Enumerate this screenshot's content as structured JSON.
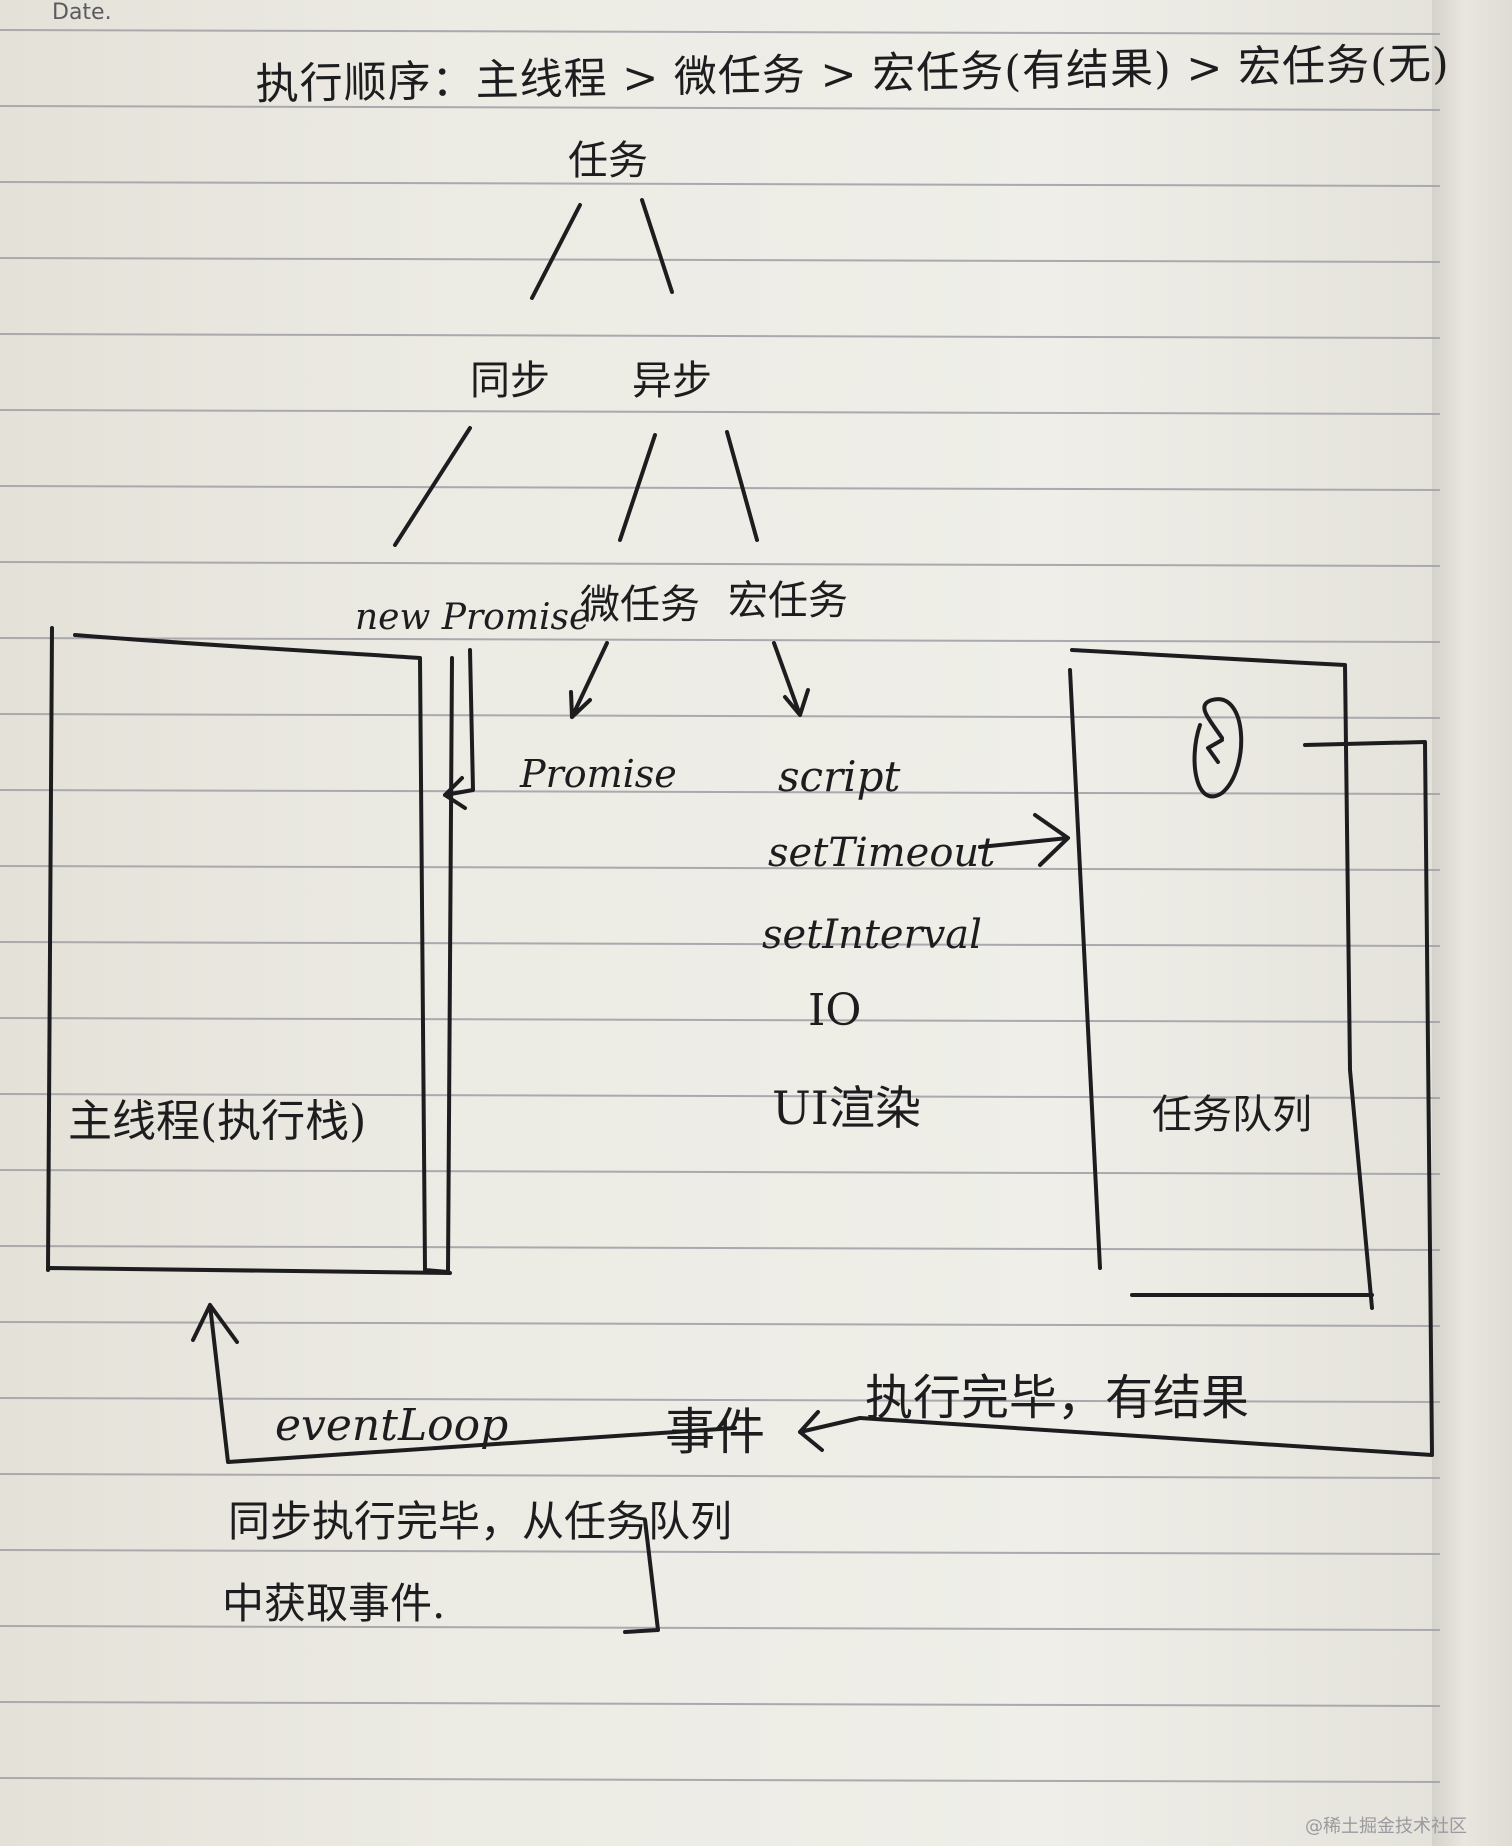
{
  "header": {
    "date_label": "Date."
  },
  "diagram": {
    "order_line": "执行顺序：主线程 > 微任务 > 宏任务(有结果) > 宏任务(无)",
    "root": "任务",
    "sync": "同步",
    "async": "异步",
    "new_promise": "new Promise",
    "micro": "微任务",
    "macro": "宏任务",
    "micro_items": [
      "Promise"
    ],
    "macro_items": [
      "script",
      "setTimeout",
      "setInterval",
      "IO",
      "UI渲染"
    ],
    "main_thread": "主线程(执行栈)",
    "task_queue": "任务队列",
    "event": "事件",
    "done_result": "执行完毕，有结果",
    "event_loop": "eventLoop",
    "note_line1": "同步执行完毕，从任务队列",
    "note_line2": "中获取事件."
  },
  "watermark": "@稀土掘金技术社区",
  "colors": {
    "ink": "#1d1d1f",
    "rule": "#a9a9ae",
    "paper": "#ecebe4"
  }
}
